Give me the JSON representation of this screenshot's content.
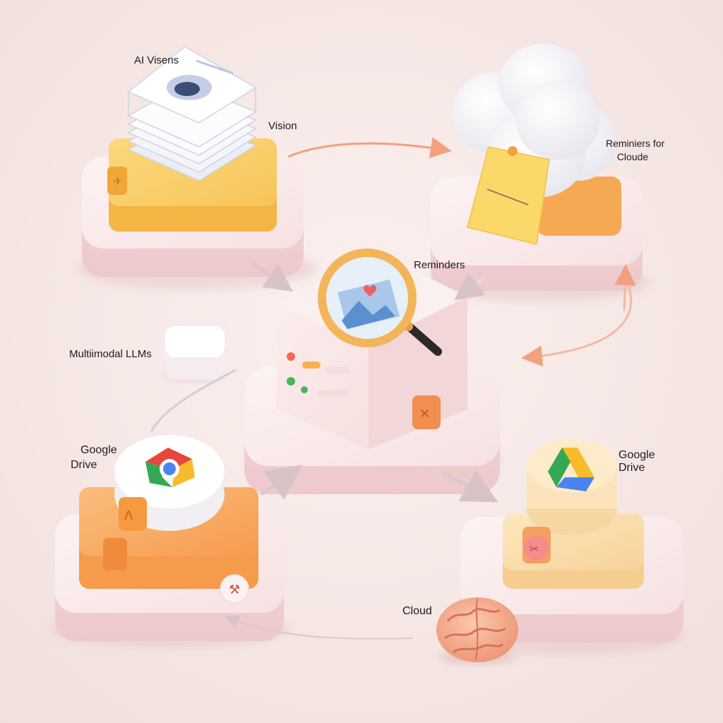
{
  "labels": {
    "ai_visens": "AI Visens",
    "vision": "Vision",
    "reminders_cloude_1": "Reminiers for",
    "reminders_cloude_2": "Cloude",
    "reminders": "Reminders",
    "multimodal": "Multiimodal LLMs",
    "google_drive_left_1": "Google",
    "google_drive_left_2": "Drive",
    "google_drive_right_1": "Google",
    "google_drive_right_2": "Drive",
    "cloud": "Cloud"
  },
  "icons": {
    "documents": "document-stack-icon",
    "cloud": "cloud-icon",
    "sticky_note": "sticky-note-icon",
    "magnifier": "magnifying-glass-icon",
    "chrome": "chrome-logo-icon",
    "drive": "google-drive-logo-icon",
    "brain": "brain-icon"
  },
  "colors": {
    "background": "#f6e9e6",
    "platform": "#f7e3e3",
    "yellow_block": "#f7c75a",
    "orange_block": "#f8a55c",
    "cream_block": "#f9dca7",
    "arrow": "#f3a07f",
    "brain": "#f4a88a"
  }
}
